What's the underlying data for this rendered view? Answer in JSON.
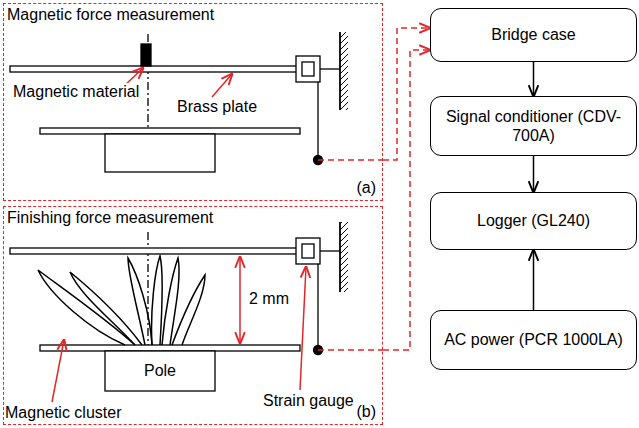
{
  "diagram": {
    "nodes": [
      {
        "text": [
          "Magnetic force measurement",
          "(a)"
        ]
      },
      {
        "text": [
          "Finishing force measurement",
          "(b)"
        ]
      },
      {
        "text": [
          "Bridge case"
        ]
      },
      {
        "text": [
          "Signal conditioner (CDV-700A)"
        ]
      },
      {
        "text": [
          "Logger (GL240)"
        ]
      },
      {
        "text": [
          "AC power (PCR 1000LA)"
        ]
      }
    ],
    "edges": [
      {
        "from": 0,
        "to": 2,
        "arrow": "to"
      },
      {
        "from": 1,
        "to": 2,
        "arrow": "to"
      },
      {
        "from": 2,
        "to": 3,
        "arrow": "to"
      },
      {
        "from": 3,
        "to": 4,
        "arrow": "to"
      },
      {
        "from": 5,
        "to": 4,
        "arrow": "to"
      }
    ],
    "labels": [
      "Magnetic material",
      "Brass plate",
      "Magnetic cluster",
      "2 mm",
      "Pole",
      "Strain gauge"
    ]
  }
}
